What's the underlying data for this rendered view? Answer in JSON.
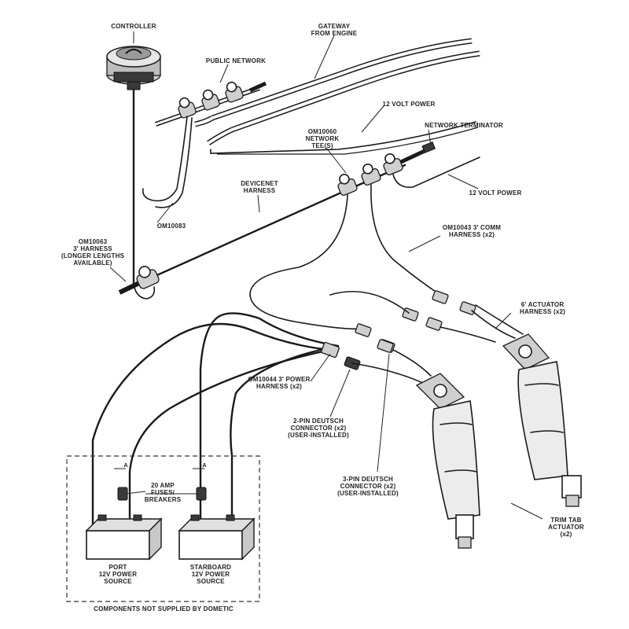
{
  "labels": {
    "controller": "CONTROLLER",
    "gateway_1": "GATEWAY",
    "gateway_2": "FROM ENGINE",
    "public_network": "PUBLIC NETWORK",
    "power_12v_top": "12 VOLT POWER",
    "tee_1": "OM10060",
    "tee_2": "NETWORK",
    "tee_3": "TEE(S)",
    "network_terminator": "NETWORK TERMINATOR",
    "power_12v_mid": "12 VOLT POWER",
    "devicenet_1": "DEVICENET",
    "devicenet_2": "HARNESS",
    "om10083": "OM10083",
    "harness3_1": "OM10063",
    "harness3_2": "3' HARNESS",
    "harness3_3": "(LONGER LENGTHS",
    "harness3_4": "AVAILABLE)",
    "comm_1": "OM10043 3' COMM",
    "comm_2": "HARNESS (x2)",
    "actuator_h_1": "6' ACTUATOR",
    "actuator_h_2": "HARNESS (x2)",
    "power_h_1": "OM10044 3' POWER",
    "power_h_2": "HARNESS (x2)",
    "pin2_1": "2-PIN DEUTSCH",
    "pin2_2": "CONNECTOR (x2)",
    "pin2_3": "(USER-INSTALLED)",
    "pin3_1": "3-PIN DEUTSCH",
    "pin3_2": "CONNECTOR (x2)",
    "pin3_3": "(USER-INSTALLED)",
    "fuse_amp": "20 AMP",
    "fuse_1": "FUSES/",
    "fuse_2": "BREAKERS",
    "fuse_mark_left": "A",
    "fuse_mark_right": "A",
    "port_1": "PORT",
    "port_2": "12V POWER",
    "port_3": "SOURCE",
    "stbd_1": "STARBOARD",
    "stbd_2": "12V POWER",
    "stbd_3": "SOURCE",
    "trim_1": "TRIM TAB",
    "trim_2": "ACTUATOR",
    "trim_3": "(x2)",
    "not_supplied": "COMPONENTS NOT SUPPLIED BY DOMETIC"
  }
}
